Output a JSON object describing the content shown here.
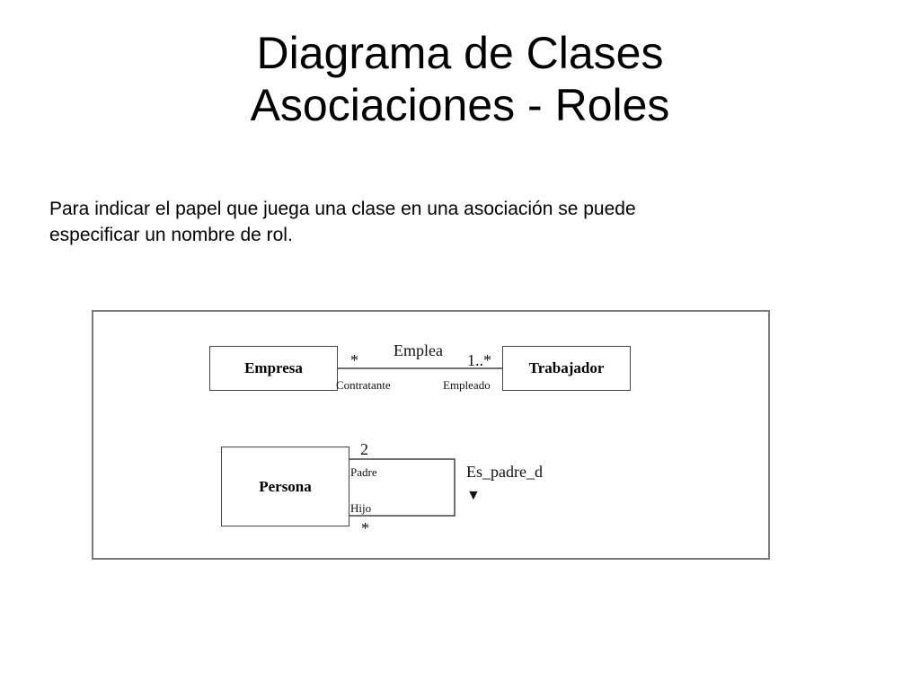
{
  "slide": {
    "title_lines": [
      "Diagrama de Clases",
      "Asociaciones - Roles"
    ],
    "body_lines": [
      "Para indicar el papel que juega una clase en una asociación se puede",
      "especificar un nombre de rol."
    ]
  },
  "diagram": {
    "classes": {
      "empresa": "Empresa",
      "trabajador": "Trabajador",
      "persona": "Persona"
    },
    "association_emplea": {
      "name": "Emplea",
      "multiplicity_left": "*",
      "multiplicity_right": "1..*",
      "role_left": "Contratante",
      "role_right": "Empleado"
    },
    "association_padre": {
      "name": "Es_padre_d",
      "direction_arrow": "▼",
      "multiplicity_top": "2",
      "multiplicity_bottom": "*",
      "role_top": "Padre",
      "role_bottom": "Hijo"
    }
  }
}
